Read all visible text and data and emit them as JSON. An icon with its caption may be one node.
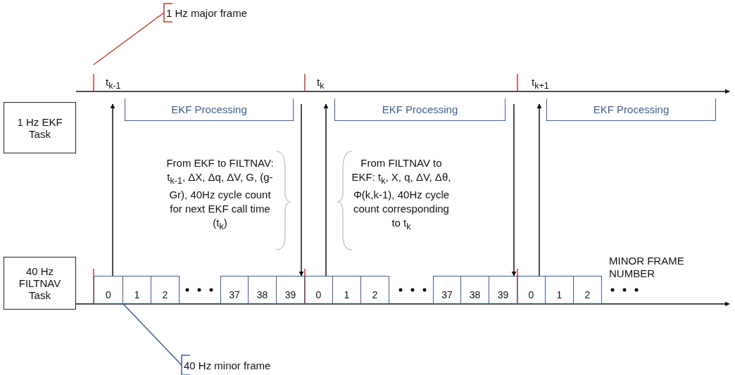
{
  "diagram": {
    "nodes": [
      {
        "text": [
          "1 Hz major frame"
        ]
      },
      {
        "text": [
          "1 Hz EKF Task"
        ]
      },
      {
        "text": [
          "40 Hz FILTNAV Task"
        ]
      },
      {
        "text": [
          "EKF Processing"
        ]
      },
      {
        "text": [
          "EKF Processing"
        ]
      },
      {
        "text": [
          "EKF Processing"
        ]
      },
      {
        "text": [
          "0"
        ]
      },
      {
        "text": [
          "1"
        ]
      },
      {
        "text": [
          "2"
        ]
      },
      {
        "text": [
          "37"
        ]
      },
      {
        "text": [
          "38"
        ]
      },
      {
        "text": [
          "39"
        ]
      },
      {
        "text": [
          "0"
        ]
      },
      {
        "text": [
          "1"
        ]
      },
      {
        "text": [
          "2"
        ]
      },
      {
        "text": [
          "37"
        ]
      },
      {
        "text": [
          "38"
        ]
      },
      {
        "text": [
          "39"
        ]
      },
      {
        "text": [
          "0"
        ]
      },
      {
        "text": [
          "1"
        ]
      },
      {
        "text": [
          "2"
        ]
      },
      {
        "text": [
          "40 Hz minor frame"
        ]
      }
    ],
    "edges": [
      {
        "from": 0,
        "to": null,
        "arrow": "none",
        "color": "#c0392b"
      },
      {
        "from": 6,
        "to": 3,
        "arrow": "to"
      },
      {
        "from": 3,
        "to": 11,
        "arrow": "to"
      },
      {
        "from": 12,
        "to": 4,
        "arrow": "to"
      },
      {
        "from": 4,
        "to": 17,
        "arrow": "to"
      },
      {
        "from": 18,
        "to": 5,
        "arrow": "to"
      },
      {
        "from": 21,
        "to": 7,
        "arrow": "none",
        "color": "#3c5f8f"
      }
    ],
    "labels": [
      "t$_{k-1}$",
      "t$_{k}$",
      "t$_{k+1}$",
      "From EKF to FILTNAV: t$_{k-1}$, ΔX, Δq, ΔV, G, (g-Gr), 40Hz cycle count for next EKF call time (t$_{k}$)",
      "From FILTNAV to EKF: t$_{k}$, X, q, ΔV, Δθ, Φ(k,k-1), 40Hz cycle count corresponding to t$_{k}$",
      "MINOR FRAME NUMBER"
    ]
  }
}
